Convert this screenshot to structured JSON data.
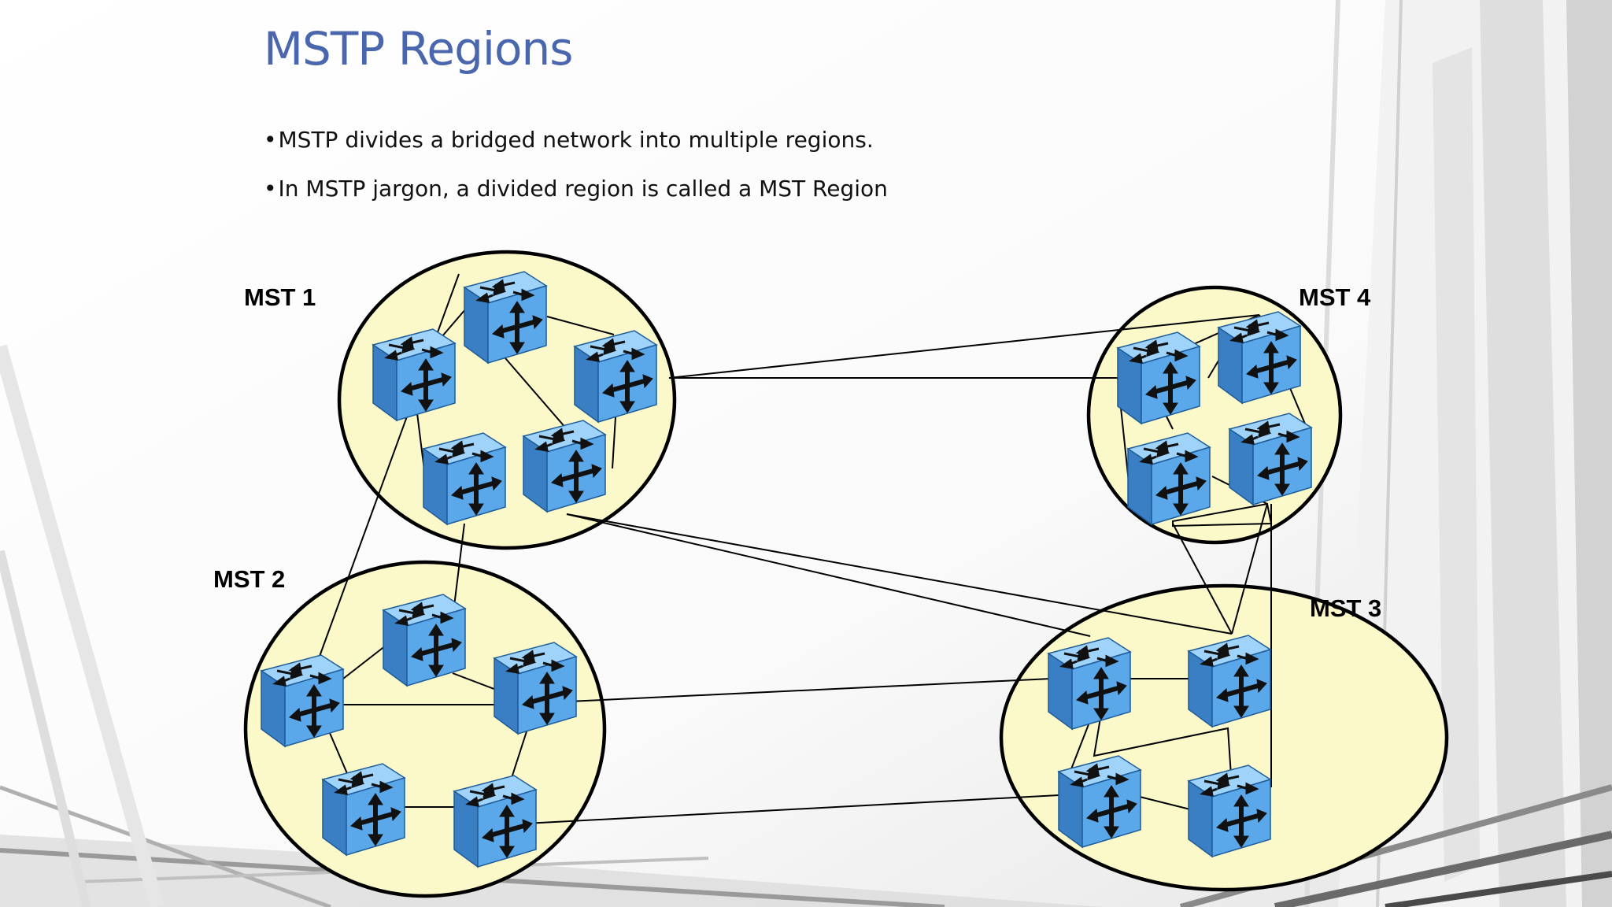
{
  "slide": {
    "title": "MSTP Regions",
    "bullets": [
      "MSTP divides a bridged network into multiple regions.",
      "In MSTP jargon, a divided region is called a MST Region"
    ]
  },
  "regions": [
    {
      "id": "mst1",
      "label": "MST 1",
      "switch_count": 5
    },
    {
      "id": "mst2",
      "label": "MST 2",
      "switch_count": 5
    },
    {
      "id": "mst3",
      "label": "MST 3",
      "switch_count": 4
    },
    {
      "id": "mst4",
      "label": "MST 4",
      "switch_count": 4
    }
  ],
  "colors": {
    "title": "#4a66ac",
    "region_fill": "#fbf9c9",
    "region_stroke": "#000000",
    "switch_top": "#8ec8f5",
    "switch_front": "#4f9ee6",
    "switch_side": "#2f6fb0",
    "arrow": "#111111"
  },
  "icons": {
    "switch": "network-switch-icon",
    "bullet": "bullet-dot"
  }
}
